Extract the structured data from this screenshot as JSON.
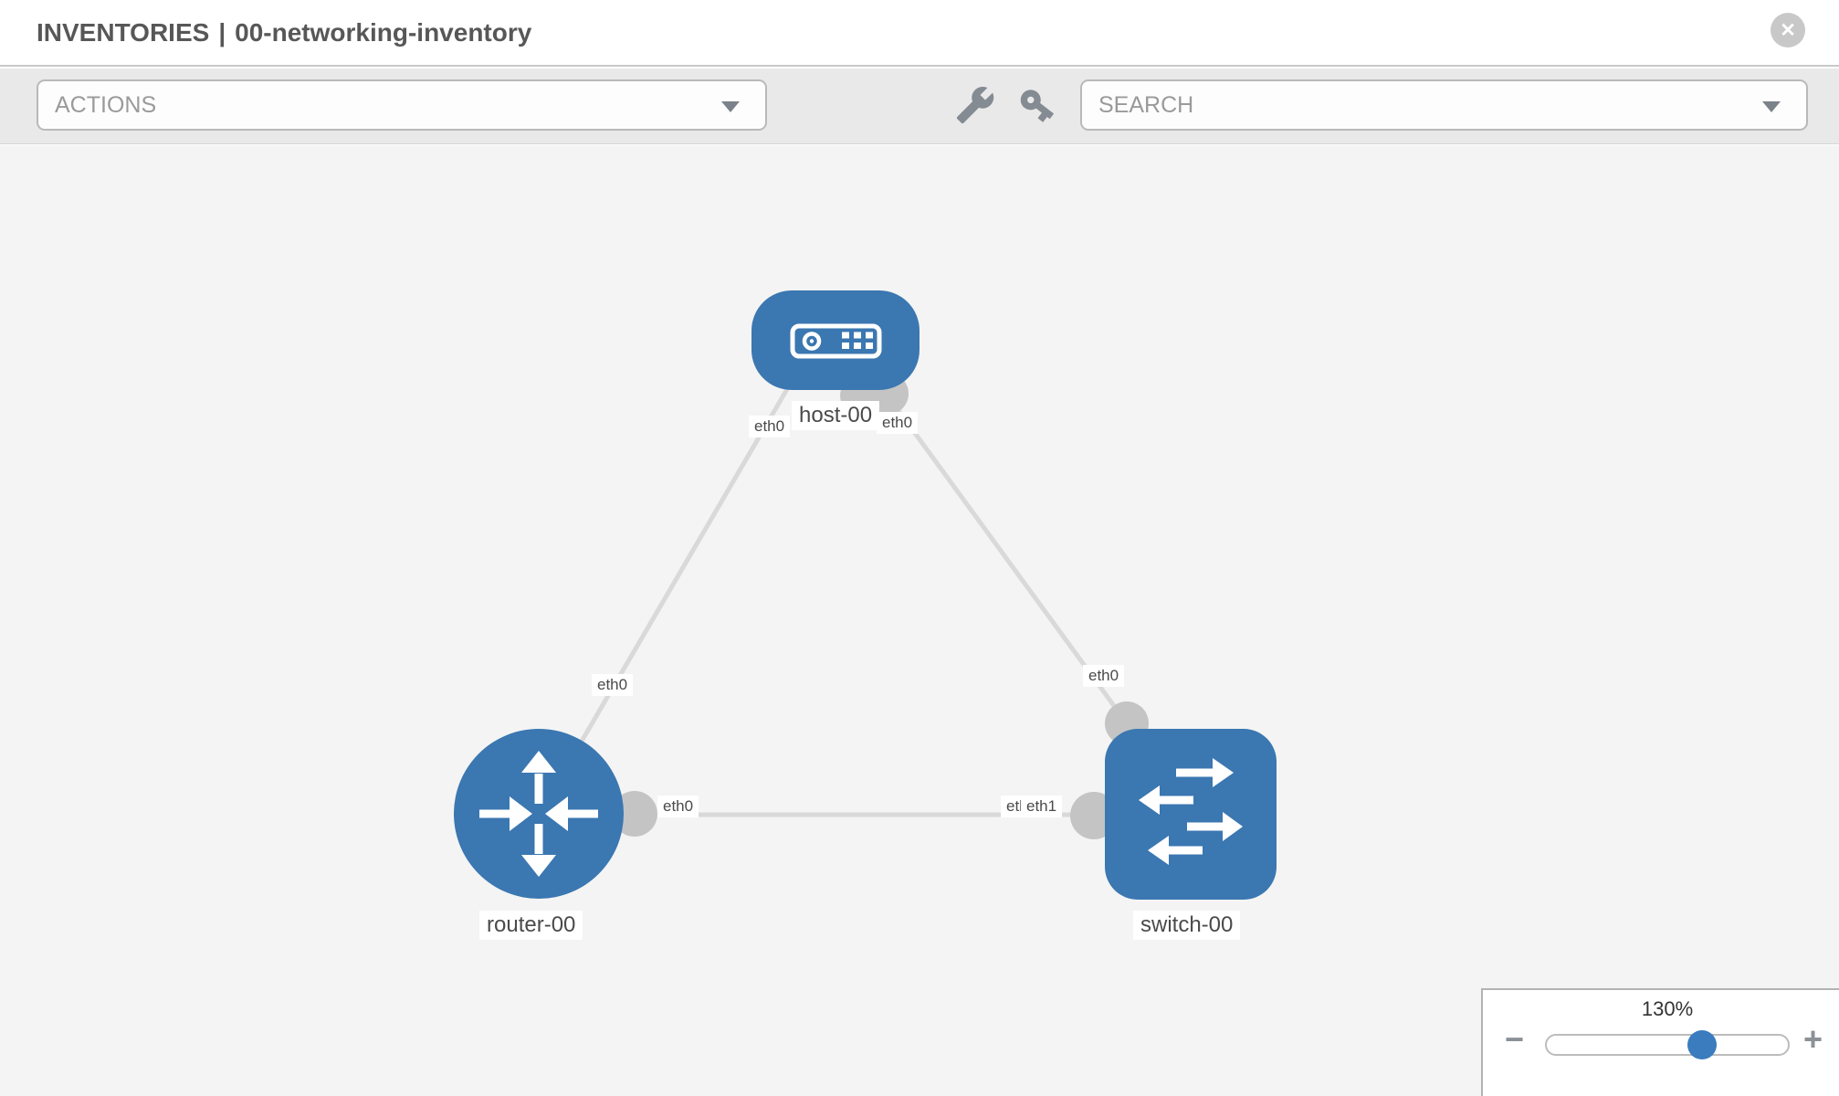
{
  "header": {
    "section": "INVENTORIES",
    "separator": "|",
    "inventory_name": "00-networking-inventory",
    "close_glyph": "✕"
  },
  "toolbar": {
    "actions_label": "ACTIONS",
    "search_label": "SEARCH",
    "icons": [
      "wrench-icon",
      "key-icon"
    ]
  },
  "diagram": {
    "nodes": [
      {
        "id": "host-00",
        "type": "host",
        "label": "host-00"
      },
      {
        "id": "router-00",
        "type": "router",
        "label": "router-00"
      },
      {
        "id": "switch-00",
        "type": "switch",
        "label": "switch-00"
      }
    ],
    "links": [
      {
        "from": "host-00",
        "to": "router-00",
        "from_interface": "eth0",
        "to_interface": "eth0"
      },
      {
        "from": "host-00",
        "to": "switch-00",
        "from_interface": "eth0",
        "to_interface": "eth0"
      },
      {
        "from": "router-00",
        "to": "switch-00",
        "from_interface": "eth0",
        "to_interface": "eth1"
      }
    ],
    "interface_labels": [
      {
        "id": "host-eth0-to-router",
        "text": "eth0"
      },
      {
        "id": "host-eth0-to-switch",
        "text": "eth0"
      },
      {
        "id": "router-eth0-to-host",
        "text": "eth0"
      },
      {
        "id": "switch-eth0-to-host",
        "text": "eth0"
      },
      {
        "id": "router-eth0-to-switch",
        "text": "eth0"
      },
      {
        "id": "switch-eth0-overlap",
        "text": "eth0"
      },
      {
        "id": "switch-eth1-to-router",
        "text": "eth1"
      }
    ]
  },
  "zoom_panel": {
    "value": "130%",
    "minus_glyph": "−",
    "plus_glyph": "+"
  },
  "colors": {
    "node_blue": "#3b77b1",
    "slider_knob_blue": "#3a7cbd",
    "link_gray": "#d9d9d9",
    "interface_dot_gray": "#c4c4c4",
    "toolbar_bg": "#e9e9e9",
    "canvas_bg": "#f4f4f4",
    "title_text": "#575757"
  }
}
